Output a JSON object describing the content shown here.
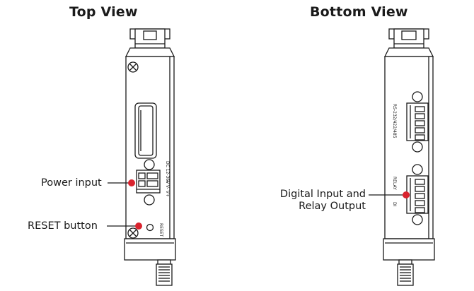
{
  "titles": {
    "top": "Top View",
    "bottom": "Bottom View"
  },
  "callouts": {
    "power_input": "Power input",
    "reset_button": "RESET button",
    "digital_io_line1": "Digital Input and",
    "digital_io_line2": "Relay Output"
  },
  "device_markings": {
    "power_rating": "DC 12-36V",
    "power_terminals": "⏚ V- V+",
    "reset": "RESET",
    "rs_port": "RS-232/422/485",
    "relay": "RELAY",
    "di": "DI"
  },
  "colors": {
    "callout_dot": "#d9232e",
    "outline": "#1a1a1a"
  }
}
